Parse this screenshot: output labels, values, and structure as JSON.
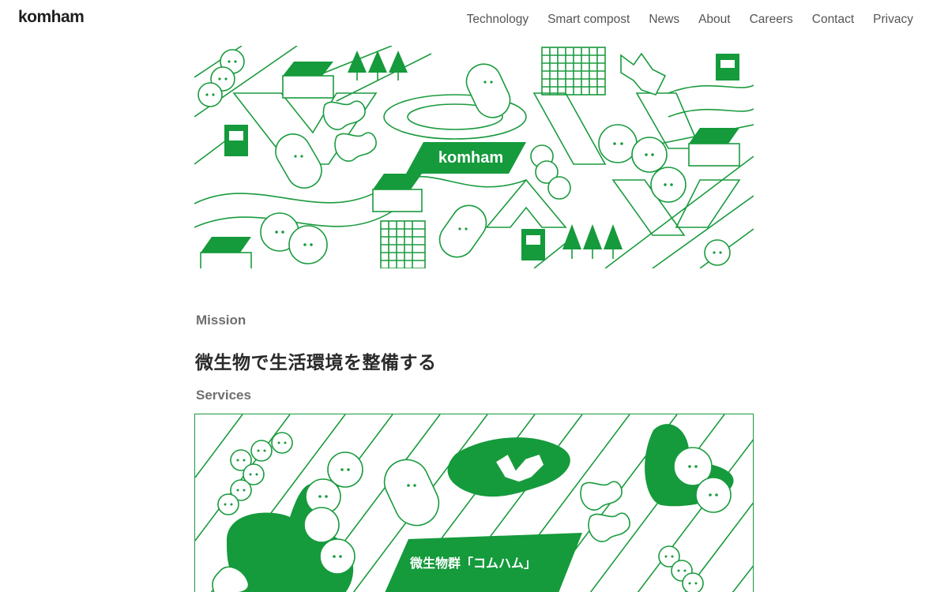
{
  "brand": {
    "logo": "komham",
    "accent": "#159a3c"
  },
  "nav": {
    "items": [
      "Technology",
      "Smart compost",
      "News",
      "About",
      "Careers",
      "Contact",
      "Privacy"
    ]
  },
  "hero": {
    "badge": "komham"
  },
  "mission": {
    "label": "Mission",
    "text": "微生物で生活環境を整備する"
  },
  "services": {
    "label": "Services",
    "badge": "微生物群「コムハム」"
  }
}
